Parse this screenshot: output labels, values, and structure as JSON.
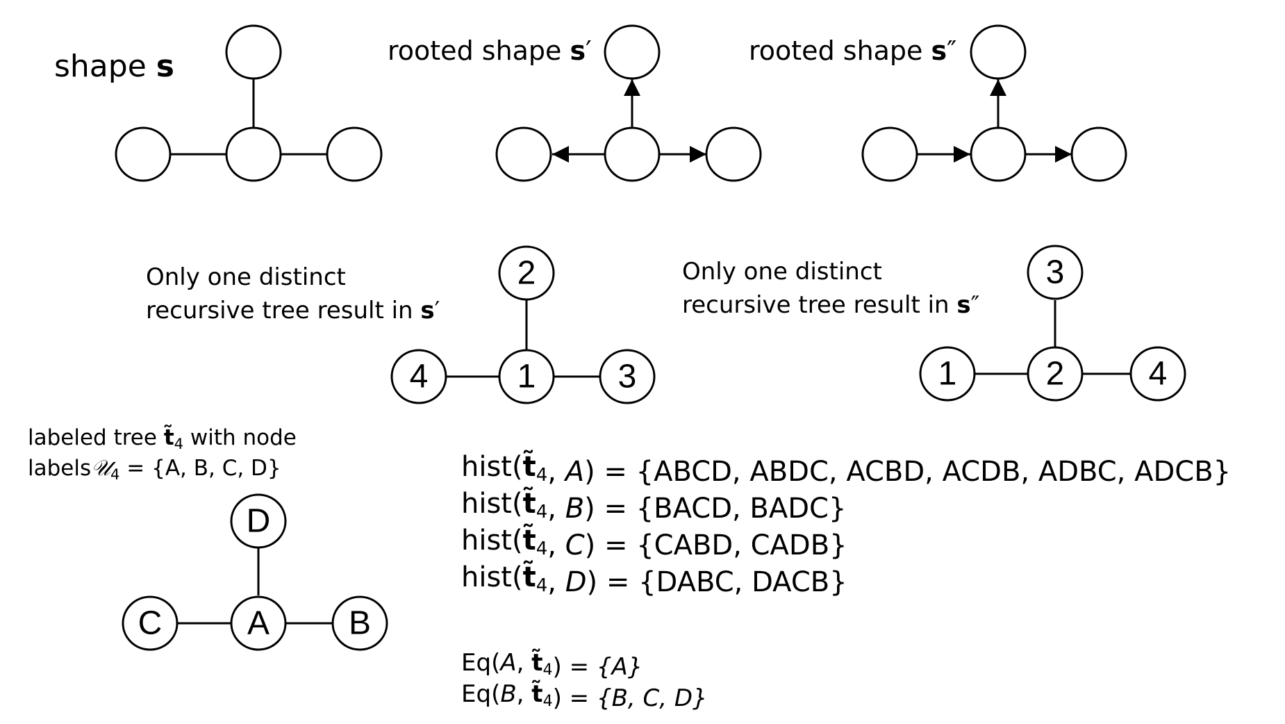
{
  "texts": {
    "shape_word": "shape",
    "shape_sym": "s",
    "rooted1_word": "rooted shape",
    "rooted1_sym": "s",
    "rooted1_prime": "′",
    "rooted2_word": "rooted shape",
    "rooted2_sym": "s",
    "rooted2_prime": "″",
    "only1_line1": "Only one distinct",
    "only1_line2": "recursive tree result in",
    "only1_sym": "s",
    "only1_prime": "′",
    "only2_line1": "Only one distinct",
    "only2_line2": "recursive tree result in",
    "only2_sym": "s",
    "only2_prime": "″",
    "labeled_line1a": "labeled tree",
    "labeled_line1b": "with node",
    "labeled_line2a": "labels",
    "labels_set": "= {A, B, C, D}",
    "tree_sym": "t̃",
    "tree_sub": "4",
    "calU": "𝒰",
    "calU_sub": "4"
  },
  "trees": {
    "recursive1": {
      "top": "2",
      "left": "4",
      "center": "1",
      "right": "3"
    },
    "recursive2": {
      "top": "3",
      "left": "1",
      "center": "2",
      "right": "4"
    },
    "labeled": {
      "top": "D",
      "left": "C",
      "center": "A",
      "right": "B"
    }
  },
  "hist": [
    {
      "node": "A",
      "set": "{ABCD, ABDC, ACBD, ACDB, ADBC, ADCB}"
    },
    {
      "node": "B",
      "set": "{BACD, BADC}"
    },
    {
      "node": "C",
      "set": "{CABD, CADB}"
    },
    {
      "node": "D",
      "set": "{DABC, DACB}"
    }
  ],
  "hist_fn": "hist",
  "eq": [
    {
      "node": "A",
      "set": "{A}"
    },
    {
      "node": "B",
      "set": "{B, C, D}"
    }
  ],
  "eq_fn": "Eq"
}
